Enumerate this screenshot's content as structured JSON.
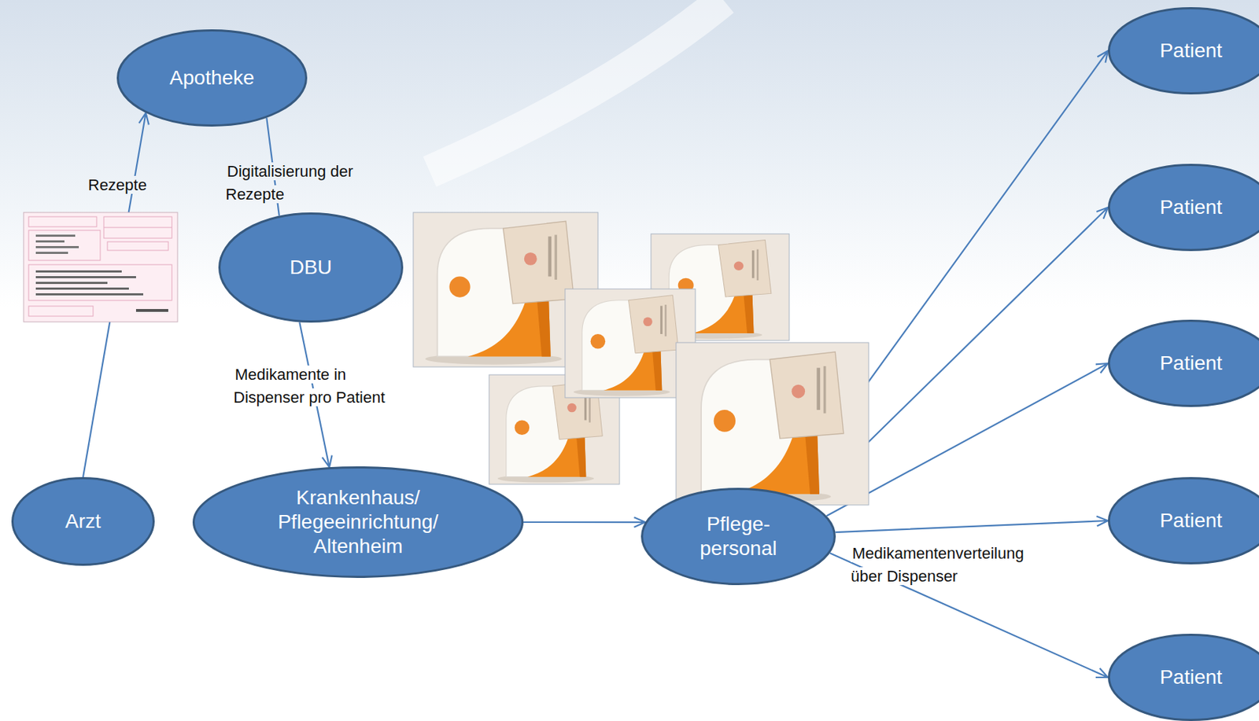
{
  "diagram": {
    "nodes": [
      {
        "text": [
          "Apotheke"
        ]
      },
      {
        "text": [
          "DBU"
        ]
      },
      {
        "text": [
          "Arzt"
        ]
      },
      {
        "text": [
          "Krankenhaus/ Pflegeeinrichtung/ Altenheim"
        ]
      },
      {
        "text": [
          "Pflege- personal"
        ]
      },
      {
        "text": [
          "Patient"
        ]
      },
      {
        "text": [
          "Patient"
        ]
      },
      {
        "text": [
          "Patient"
        ]
      },
      {
        "text": [
          "Patient"
        ]
      },
      {
        "text": [
          "Patient"
        ]
      }
    ],
    "edges": [
      {
        "from": 2,
        "to": 0,
        "arrow": "to",
        "label": "Rezepte"
      },
      {
        "from": 0,
        "to": 1,
        "arrow": "none",
        "label": "Digitalisierung der Rezepte"
      },
      {
        "from": 1,
        "to": 3,
        "arrow": "to",
        "label": "Medikamente in Dispenser pro Patient"
      },
      {
        "from": 3,
        "to": 4,
        "arrow": "to"
      },
      {
        "from": 4,
        "to": 5,
        "arrow": "to"
      },
      {
        "from": 4,
        "to": 6,
        "arrow": "to"
      },
      {
        "from": 4,
        "to": 7,
        "arrow": "to"
      },
      {
        "from": 4,
        "to": 8,
        "arrow": "to"
      },
      {
        "from": 4,
        "to": 9,
        "arrow": "to",
        "label": "Medikamentenverteilung über Dispenser"
      }
    ]
  }
}
